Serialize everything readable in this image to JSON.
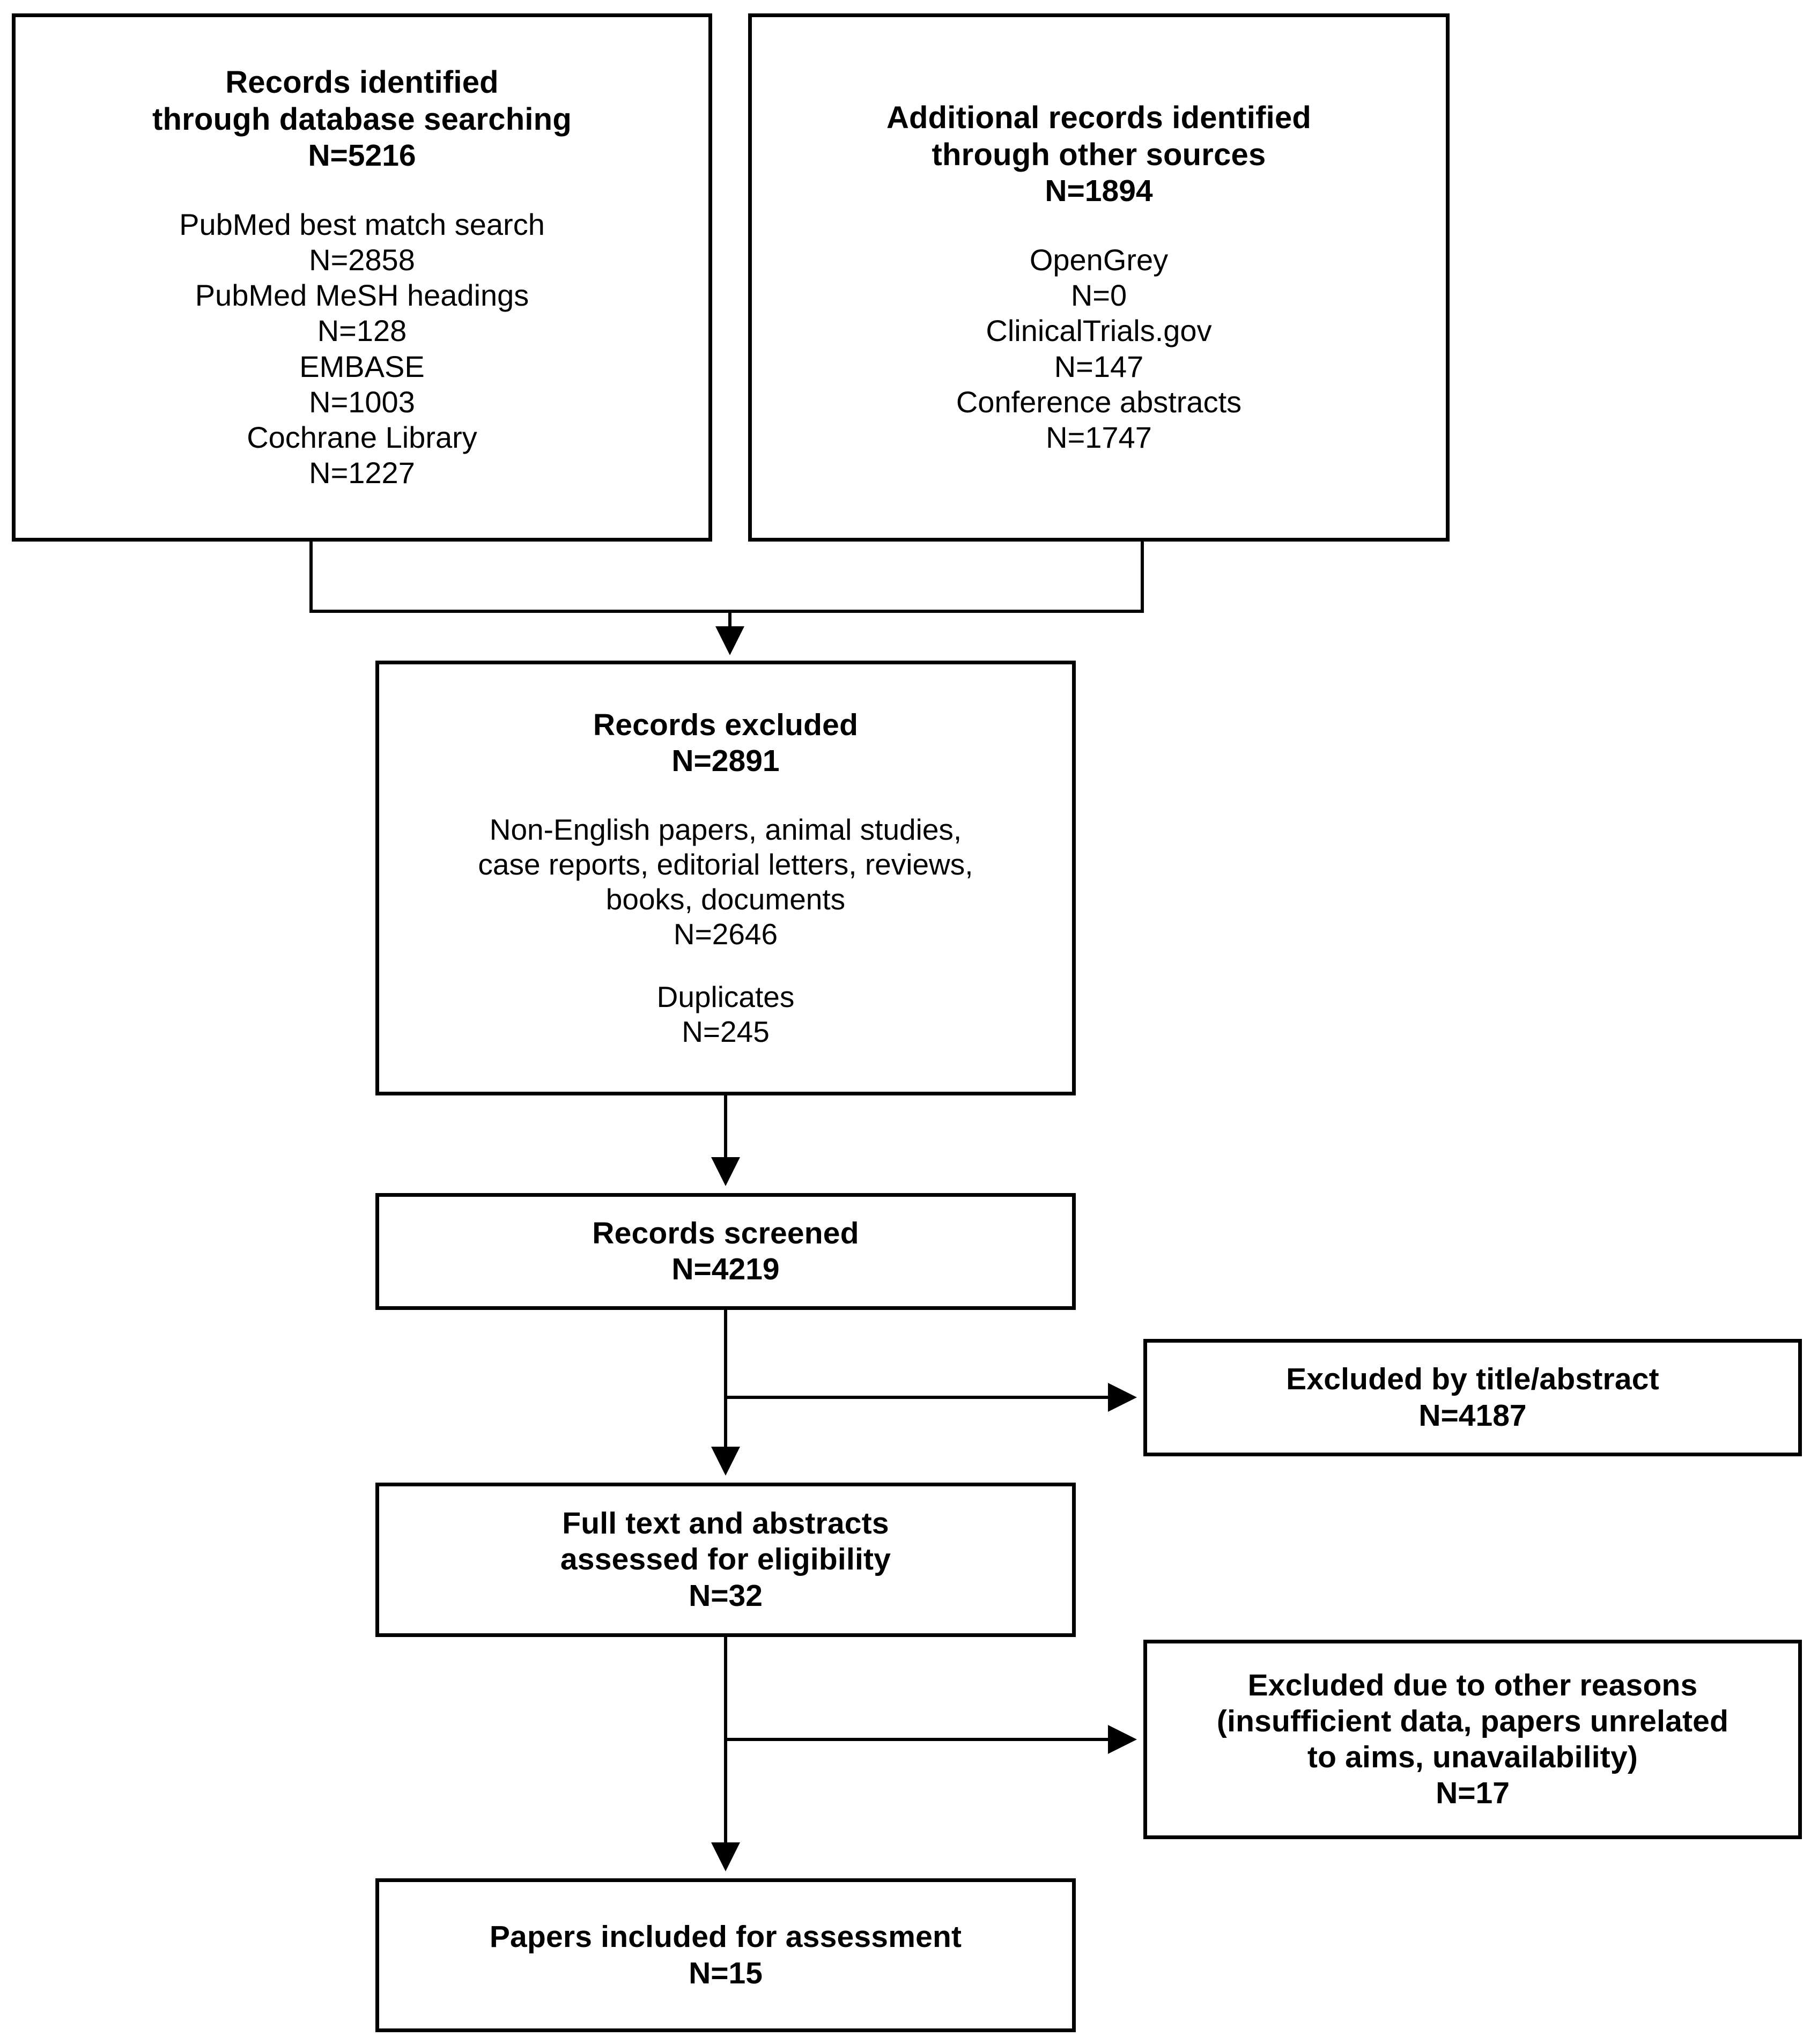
{
  "diagram": {
    "type": "prisma-flow-diagram",
    "title": "PRISMA study selection flow diagram",
    "stroke_color": "#000000",
    "background_color": "#ffffff"
  },
  "nodes": {
    "db_search": {
      "headline": "Records identified\nthrough database searching",
      "count": "N=5216",
      "details": "PubMed best match search\nN=2858\nPubMed MeSH headings\nN=128\nEMBASE\nN=1003\nCochrane Library\nN=1227"
    },
    "other_sources": {
      "headline": "Additional records identified\nthrough other sources",
      "count": "N=1894",
      "details": "OpenGrey\nN=0\nClinicalTrials.gov\nN=147\nConference abstracts\nN=1747"
    },
    "records_excluded": {
      "headline": "Records excluded",
      "count": "N=2891",
      "reason_1": "Non-English papers, animal studies,\ncase reports, editorial letters, reviews,\nbooks, documents\nN=2646",
      "reason_2": "Duplicates\nN=245"
    },
    "records_screened": {
      "headline": "Records screened",
      "count": "N=4219"
    },
    "excluded_title_abstract": {
      "headline": "Excluded by title/abstract",
      "count": "N=4187"
    },
    "full_text_assessed": {
      "headline": "Full text and abstracts\nassessed for eligibility",
      "count": "N=32"
    },
    "excluded_other_reasons": {
      "headline": "Excluded due to other reasons\n(insufficient data, papers unrelated\nto aims, unavailability)",
      "count": "N=17"
    },
    "papers_included": {
      "headline": "Papers included for assessment",
      "count": "N=15"
    }
  },
  "chart_data": {
    "type": "diagram",
    "title": "PRISMA study selection flow",
    "stages": [
      {
        "id": "db_search",
        "label": "Records identified through database searching",
        "n": 5216,
        "breakdown": [
          {
            "label": "PubMed best match search",
            "n": 2858
          },
          {
            "label": "PubMed MeSH headings",
            "n": 128
          },
          {
            "label": "EMBASE",
            "n": 1003
          },
          {
            "label": "Cochrane Library",
            "n": 1227
          }
        ]
      },
      {
        "id": "other_sources",
        "label": "Additional records identified through other sources",
        "n": 1894,
        "breakdown": [
          {
            "label": "OpenGrey",
            "n": 0
          },
          {
            "label": "ClinicalTrials.gov",
            "n": 147
          },
          {
            "label": "Conference abstracts",
            "n": 1747
          }
        ]
      },
      {
        "id": "records_excluded",
        "label": "Records excluded",
        "n": 2891,
        "breakdown": [
          {
            "label": "Non-English papers, animal studies, case reports, editorial letters, reviews, books, documents",
            "n": 2646
          },
          {
            "label": "Duplicates",
            "n": 245
          }
        ]
      },
      {
        "id": "records_screened",
        "label": "Records screened",
        "n": 4219
      },
      {
        "id": "excluded_title_abstract",
        "label": "Excluded by title/abstract",
        "n": 4187
      },
      {
        "id": "full_text_assessed",
        "label": "Full text and abstracts assessed for eligibility",
        "n": 32
      },
      {
        "id": "excluded_other_reasons",
        "label": "Excluded due to other reasons (insufficient data, papers unrelated to aims, unavailability)",
        "n": 17
      },
      {
        "id": "papers_included",
        "label": "Papers included for assessment",
        "n": 15
      }
    ],
    "edges": [
      {
        "from": "db_search",
        "to": "records_excluded"
      },
      {
        "from": "other_sources",
        "to": "records_excluded"
      },
      {
        "from": "records_excluded",
        "to": "records_screened"
      },
      {
        "from": "records_screened",
        "to": "excluded_title_abstract"
      },
      {
        "from": "records_screened",
        "to": "full_text_assessed"
      },
      {
        "from": "full_text_assessed",
        "to": "excluded_other_reasons"
      },
      {
        "from": "full_text_assessed",
        "to": "papers_included"
      }
    ]
  }
}
